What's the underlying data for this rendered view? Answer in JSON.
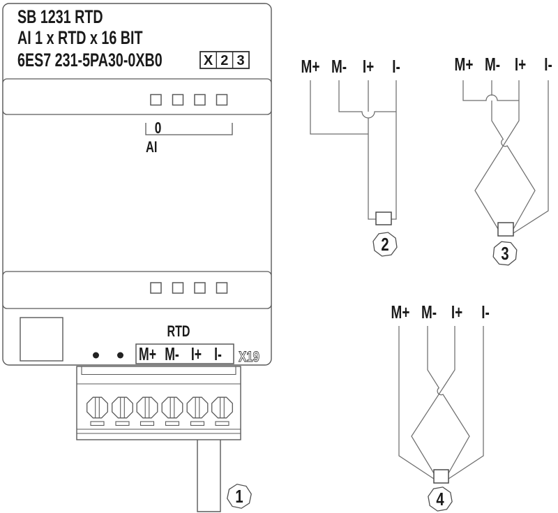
{
  "module": {
    "name_line": "SB 1231 RTD",
    "description_line": "AI 1 x RTD x 16 BIT",
    "order_number": "6ES7 231-5PA30-0XB0",
    "slot_cells": [
      "X",
      "2",
      "3"
    ],
    "channel_number": "0",
    "channel_label": "AI",
    "connector_label": "RTD",
    "terminals": [
      "M+",
      "M-",
      "I+",
      "I-"
    ],
    "connector_id": "X19"
  },
  "callouts": {
    "cable": "1",
    "two_wire": "2",
    "three_wire": "3",
    "four_wire": "4"
  },
  "diagrams": {
    "two_wire": {
      "labels": [
        "M+",
        "M-",
        "I+",
        "I-"
      ]
    },
    "three_wire": {
      "labels": [
        "M+",
        "M-",
        "I+",
        "I-"
      ]
    },
    "four_wire": {
      "labels": [
        "M+",
        "M-",
        "I+",
        "I-"
      ]
    }
  },
  "colors": {
    "background": "#ffffff",
    "line": "#595959",
    "wire": "#6e6e6e",
    "text": "#1a1a1a"
  }
}
